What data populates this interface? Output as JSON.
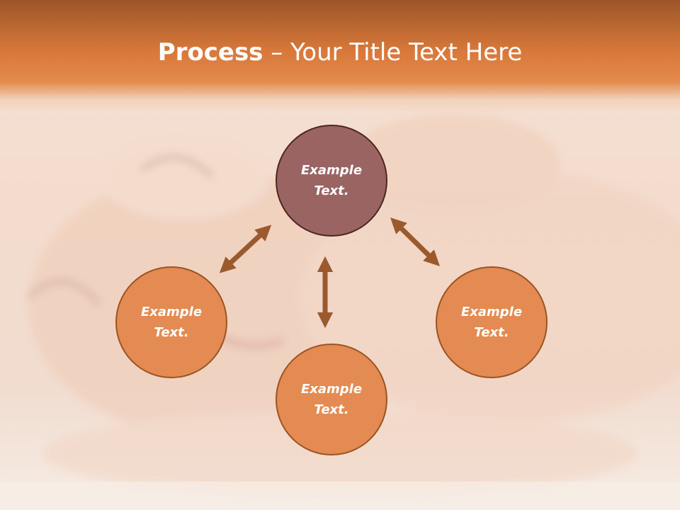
{
  "slide": {
    "title_bold": "Process",
    "title_rest": " – Your Title Text Here"
  },
  "diagram": {
    "nodes": [
      {
        "id": "top",
        "label": "Example Text."
      },
      {
        "id": "left",
        "label": "Example Text."
      },
      {
        "id": "right",
        "label": "Example Text."
      },
      {
        "id": "bottom",
        "label": "Example Text."
      }
    ],
    "connections": [
      {
        "from": "top",
        "to": "left",
        "style": "double-arrow"
      },
      {
        "from": "top",
        "to": "right",
        "style": "double-arrow"
      },
      {
        "from": "top",
        "to": "bottom",
        "style": "double-arrow"
      }
    ]
  },
  "colors": {
    "header_orange": "#d8783a",
    "top_node_fill": "#9a6463",
    "node_fill": "#e38b52",
    "arrow": "#9a5a2e",
    "text": "#ffffff"
  }
}
